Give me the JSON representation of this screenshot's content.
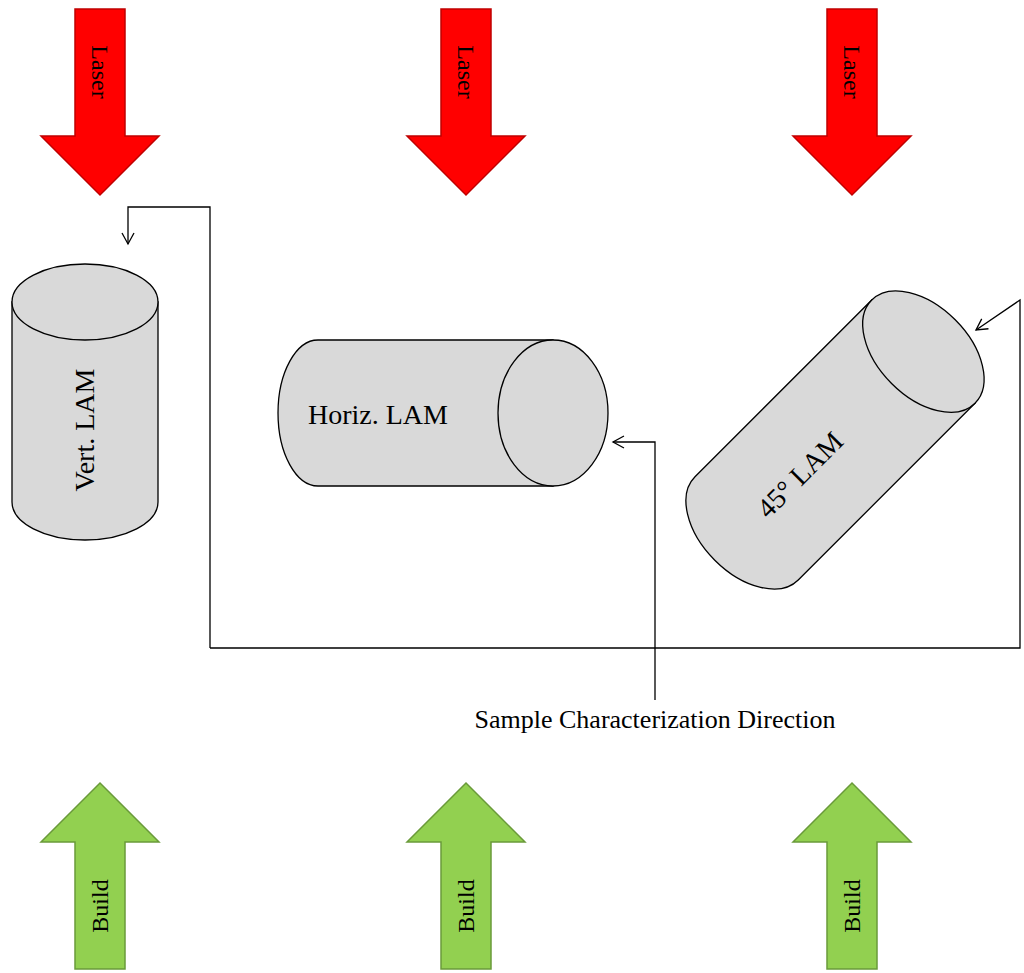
{
  "diagram": {
    "nodes": [
      {
        "text": [
          "Laser"
        ]
      },
      {
        "text": [
          "Laser"
        ]
      },
      {
        "text": [
          "Laser"
        ]
      },
      {
        "text": [
          "Vert. LAM"
        ]
      },
      {
        "text": [
          "Horiz. LAM"
        ]
      },
      {
        "text": [
          "45° LAM"
        ]
      },
      {
        "text": [
          "Build"
        ]
      },
      {
        "text": [
          "Build"
        ]
      },
      {
        "text": [
          "Build"
        ]
      }
    ],
    "labels": [
      "Sample Characterization Direction"
    ]
  }
}
